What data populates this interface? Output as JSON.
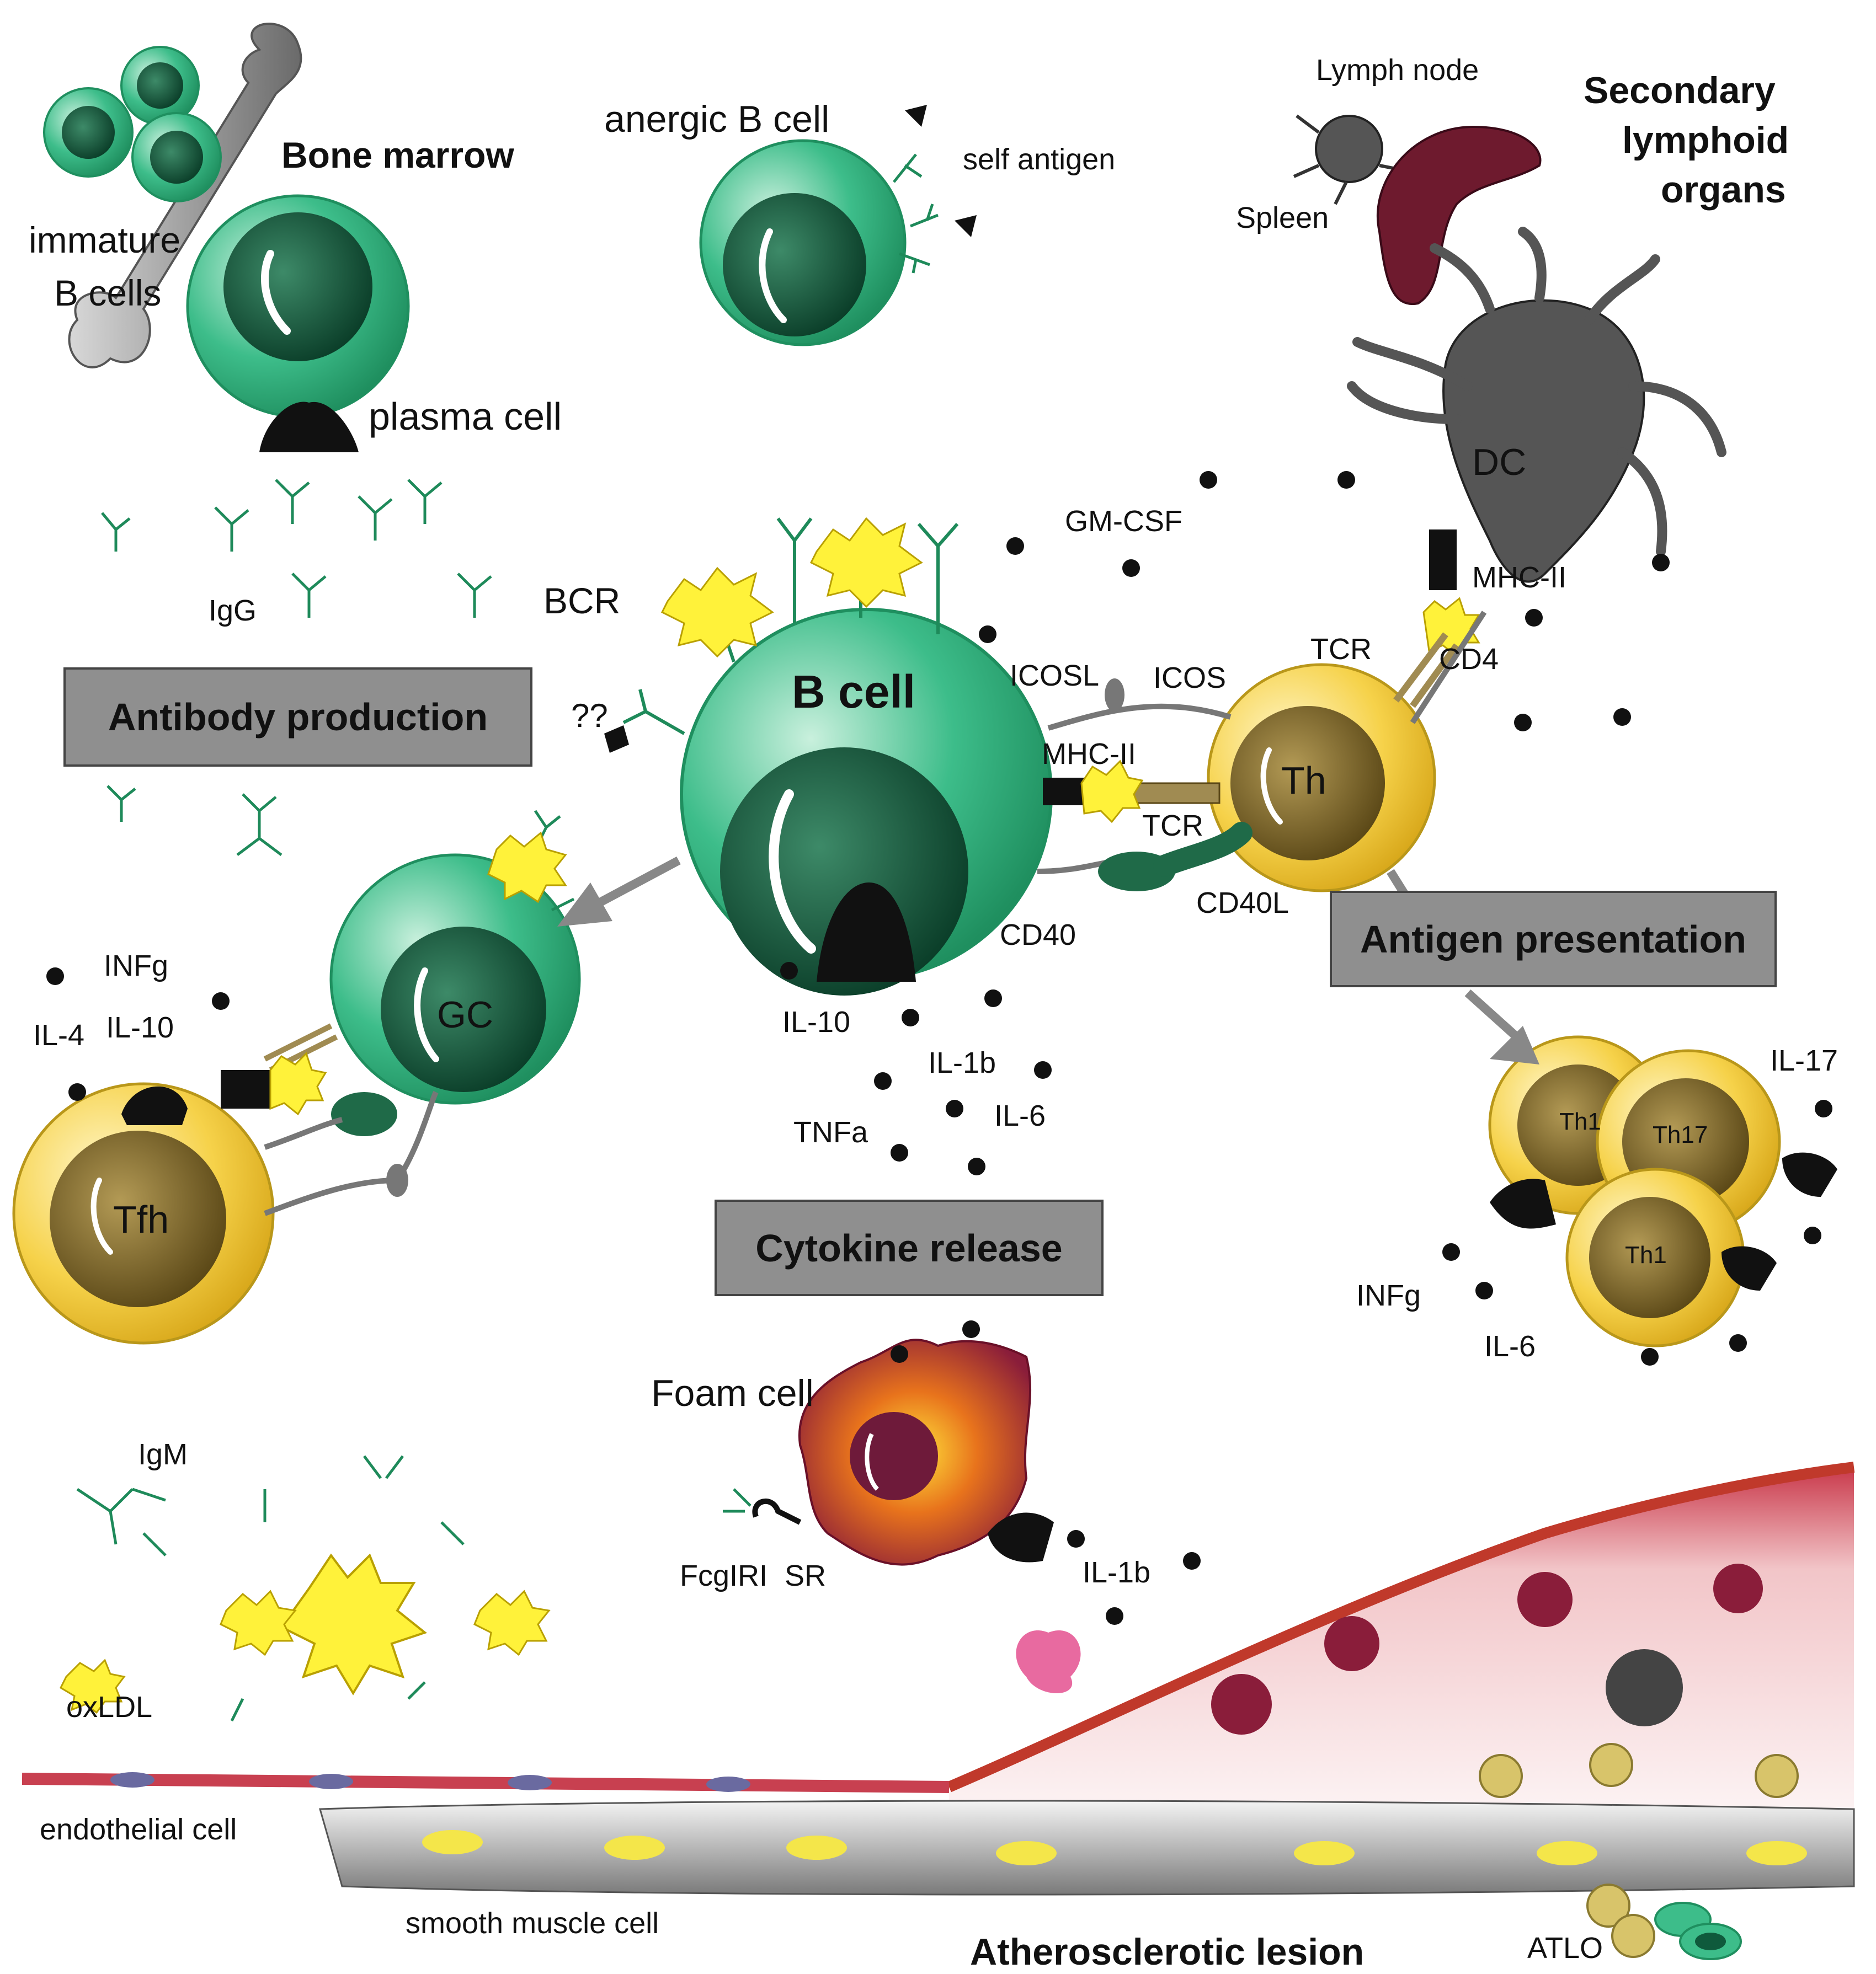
{
  "labels": {
    "bone_marrow": "Bone marrow",
    "immature_b_cells_line1": "immature",
    "immature_b_cells_line2": "B cells",
    "plasma_cell": "plasma cell",
    "anergic_b_cell": "anergic B cell",
    "self_antigen": "self antigen",
    "lymph_node": "Lymph node",
    "spleen": "Spleen",
    "secondary_line1": "Secondary",
    "secondary_line2": "lymphoid",
    "secondary_line3": "organs",
    "dc": "DC",
    "igg": "IgG",
    "bcr": "BCR",
    "gm_csf": "GM-CSF",
    "mhc_ii_dc": "MHC-II",
    "tcr_top": "TCR",
    "cd4": "CD4",
    "icosl": "ICOSL",
    "icos": "ICOS",
    "b_cell": "B cell",
    "question_marks": "??",
    "mhc_ii_b": "MHC-II",
    "th": "Th",
    "tcr_mid": "TCR",
    "cd40l": "CD40L",
    "cd40": "CD40",
    "gc": "GC",
    "infg_left": "INFg",
    "il4": "IL-4",
    "il10_left": "IL-10",
    "tfh": "Tfh",
    "il10_mid": "IL-10",
    "il1b_mid": "IL-1b",
    "il6_mid": "IL-6",
    "tnfa": "TNFa",
    "th1_a": "Th1",
    "th17": "Th17",
    "th1_b": "Th1",
    "il17": "IL-17",
    "infg_right": "INFg",
    "il6_right": "IL-6",
    "foam_cell": "Foam cell",
    "fcgri": "FcgIRI",
    "sr": "SR",
    "il1b_low": "IL-1b",
    "igm": "IgM",
    "oxldl": "oxLDL",
    "endothelial_cell": "endothelial cell",
    "smooth_muscle_cell": "smooth muscle cell",
    "atherosclerotic_lesion": "Atherosclerotic lesion",
    "atlo": "ATLO"
  },
  "boxes": {
    "antibody_production": "Antibody production",
    "antigen_presentation": "Antigen presentation",
    "cytokine_release": "Cytokine release"
  },
  "colors": {
    "b_cell_green": "#3dbd8a",
    "b_cell_nucleus": "#0f5a3c",
    "t_cell_yellow": "#f6d24a",
    "t_cell_nucleus": "#7d6528",
    "antibody": "#1e8a5a",
    "antigen": "#fff23a",
    "dc_gray": "#555555",
    "spleen": "#6e1a2e",
    "box_gray": "#8f8f8f",
    "lesion_red": "#c0392b"
  }
}
